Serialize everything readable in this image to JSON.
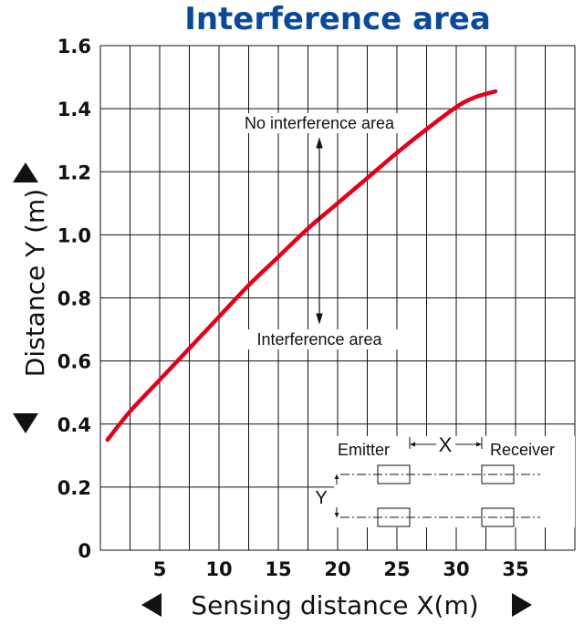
{
  "chart_data": {
    "type": "line",
    "title": "Interference area",
    "title_color": "#0b4a9a",
    "xlabel": "Sensing distance X(m)",
    "ylabel": "Distance Y (m)",
    "x_ticks": [
      5,
      10,
      15,
      20,
      25,
      30,
      35
    ],
    "y_ticks": [
      0,
      0.2,
      0.4,
      0.6,
      0.8,
      1.0,
      1.2,
      1.4,
      1.6
    ],
    "y_tick_labels": [
      "0",
      "0.2",
      "0.4",
      "0.6",
      "0.8",
      "1.0",
      "1.2",
      "1.4",
      "1.6"
    ],
    "xlim": [
      0,
      40
    ],
    "ylim": [
      0,
      1.6
    ],
    "grid": true,
    "line_color": "#e3001b",
    "series": [
      {
        "x": [
          0.6,
          2.5,
          5,
          7.5,
          10,
          12.5,
          15,
          17.5,
          20,
          22.5,
          25,
          27.5,
          30,
          31.5,
          33.3
        ],
        "values": [
          0.35,
          0.44,
          0.54,
          0.64,
          0.74,
          0.84,
          0.93,
          1.02,
          1.1,
          1.18,
          1.26,
          1.335,
          1.405,
          1.435,
          1.455
        ]
      }
    ],
    "annotations": {
      "upper": "No interference area",
      "lower": "Interference area"
    },
    "inset": {
      "emitter": "Emitter",
      "receiver": "Receiver",
      "x": "X",
      "y": "Y"
    }
  }
}
